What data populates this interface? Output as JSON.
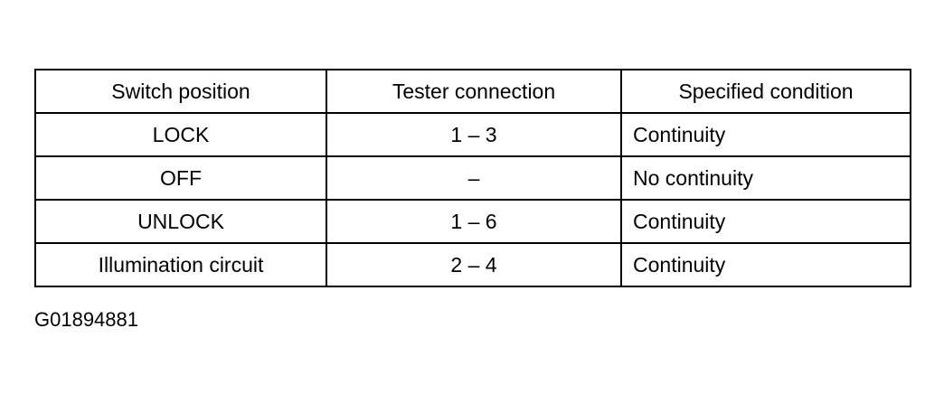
{
  "table": {
    "headers": [
      "Switch position",
      "Tester connection",
      "Specified condition"
    ],
    "rows": [
      {
        "position": "LOCK",
        "connection": "1 – 3",
        "condition": "Continuity"
      },
      {
        "position": "OFF",
        "connection": "–",
        "condition": "No continuity"
      },
      {
        "position": "UNLOCK",
        "connection": "1 – 6",
        "condition": "Continuity"
      },
      {
        "position": "Illumination circuit",
        "connection": "2 – 4",
        "condition": "Continuity"
      }
    ]
  },
  "figure_code": "G01894881"
}
